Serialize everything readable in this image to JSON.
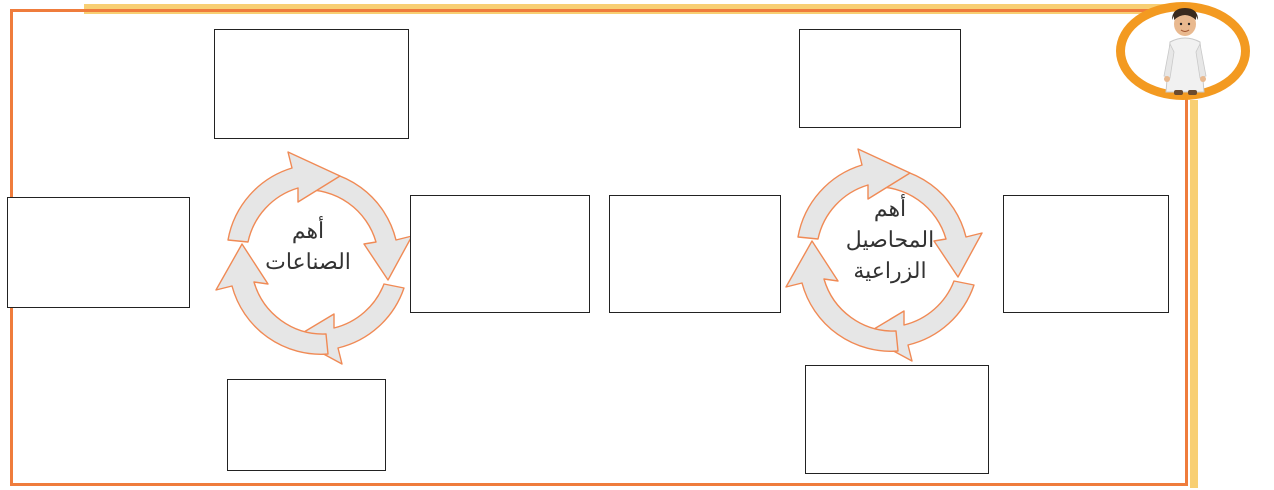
{
  "worksheet": {
    "colors": {
      "frame_border": "#ef7c3c",
      "frame_shadow": "#f8cf73",
      "arrow_fill": "#e6e6e6",
      "arrow_stroke": "#f08a55",
      "avatar_ring": "#f39a21"
    },
    "cycles": [
      {
        "center_line1": "أهم",
        "center_line2": "الصناعات",
        "center_line3": "",
        "answer_boxes": [
          "",
          "",
          "",
          ""
        ]
      },
      {
        "center_line1": "أهم",
        "center_line2": "المحاصيل",
        "center_line3": "الزراعية",
        "answer_boxes": [
          "",
          "",
          "",
          ""
        ]
      }
    ],
    "avatar_icon": "student-boy-icon"
  }
}
